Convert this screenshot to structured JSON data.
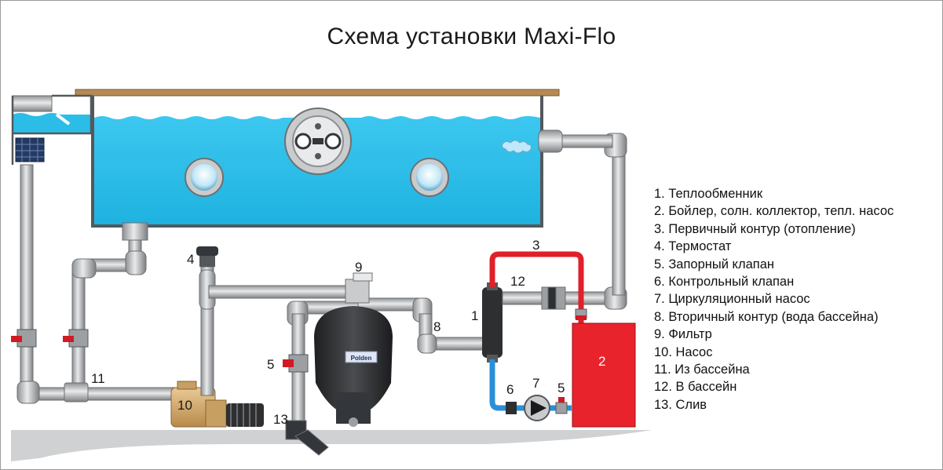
{
  "title": "Схема установки Maxi-Flo",
  "callouts": {
    "n1": "1",
    "n2": "2",
    "n3": "3",
    "n4": "4",
    "n5a": "5",
    "n5b": "5",
    "n6": "6",
    "n7": "7",
    "n8": "8",
    "n9": "9",
    "n10": "10",
    "n11": "11",
    "n12": "12",
    "n13": "13"
  },
  "filter_brand": "Polden",
  "legend": [
    "1. Теплообменник",
    "2. Бойлер, солн. коллектор, тепл. насос",
    "3. Первичный контур (отопление)",
    "4. Термостат",
    "5. Запорный клапан",
    "6. Контрольный клапан",
    "7. Циркуляционный насос",
    "8. Вторичный контур (вода  бассейна)",
    "9. Фильтр",
    "10. Насос",
    "11. Из бассейна",
    "12. В бассейн",
    "13. Слив"
  ],
  "colors": {
    "water": "#29bde8",
    "pipe": "#c9cbcd",
    "hot_pipe": "#e0202a",
    "cold_pipe": "#2a8fd8",
    "boiler": "#e8232b",
    "pump": "#d8b27a",
    "filter": "#2d2f31",
    "ground": "#cfd1d3"
  }
}
